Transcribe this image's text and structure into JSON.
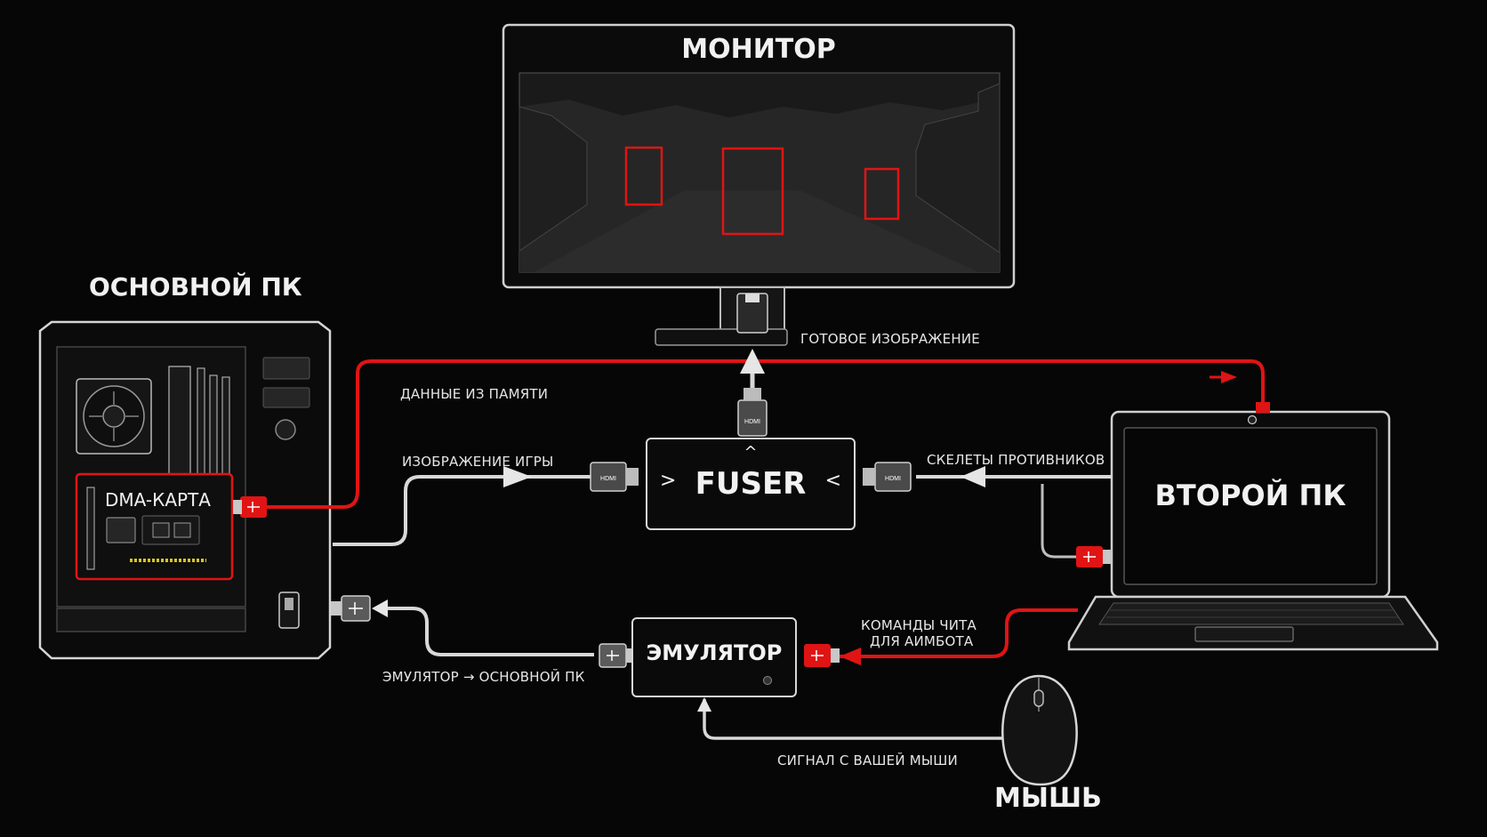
{
  "colors": {
    "accent": "#e01414",
    "line": "#d8d8d8",
    "background": "#060606"
  },
  "titles": {
    "monitor": "МОНИТОР",
    "main_pc": "ОСНОВНОЙ ПК",
    "second_pc": "ВТОРОЙ ПК",
    "mouse": "МЫШЬ"
  },
  "devices": {
    "dma_card": "DMA-КАРТА",
    "fuser": "FUSER",
    "emulator": "ЭМУЛЯТОР"
  },
  "connectors": {
    "hdmi": "HDMI"
  },
  "labels": {
    "ready_image": "ГОТОВОЕ ИЗОБРАЖЕНИЕ",
    "memory_data": "ДАННЫЕ ИЗ ПАМЯТИ",
    "game_image": "ИЗОБРАЖЕНИЕ ИГРЫ",
    "enemy_skeletons": "СКЕЛЕТЫ ПРОТИВНИКОВ",
    "cheat_commands_line1": "КОМАНДЫ ЧИТА",
    "cheat_commands_line2": "ДЛЯ АИМБОТА",
    "emulator_to_pc": "ЭМУЛЯТОР → ОСНОВНОЙ ПК",
    "mouse_signal": "СИГНАЛ С ВАШЕЙ МЫШИ"
  },
  "icons": [
    "usb-icon",
    "hdmi-icon",
    "arrow-icon",
    "fan-icon",
    "mouse-icon",
    "webcam-icon"
  ]
}
